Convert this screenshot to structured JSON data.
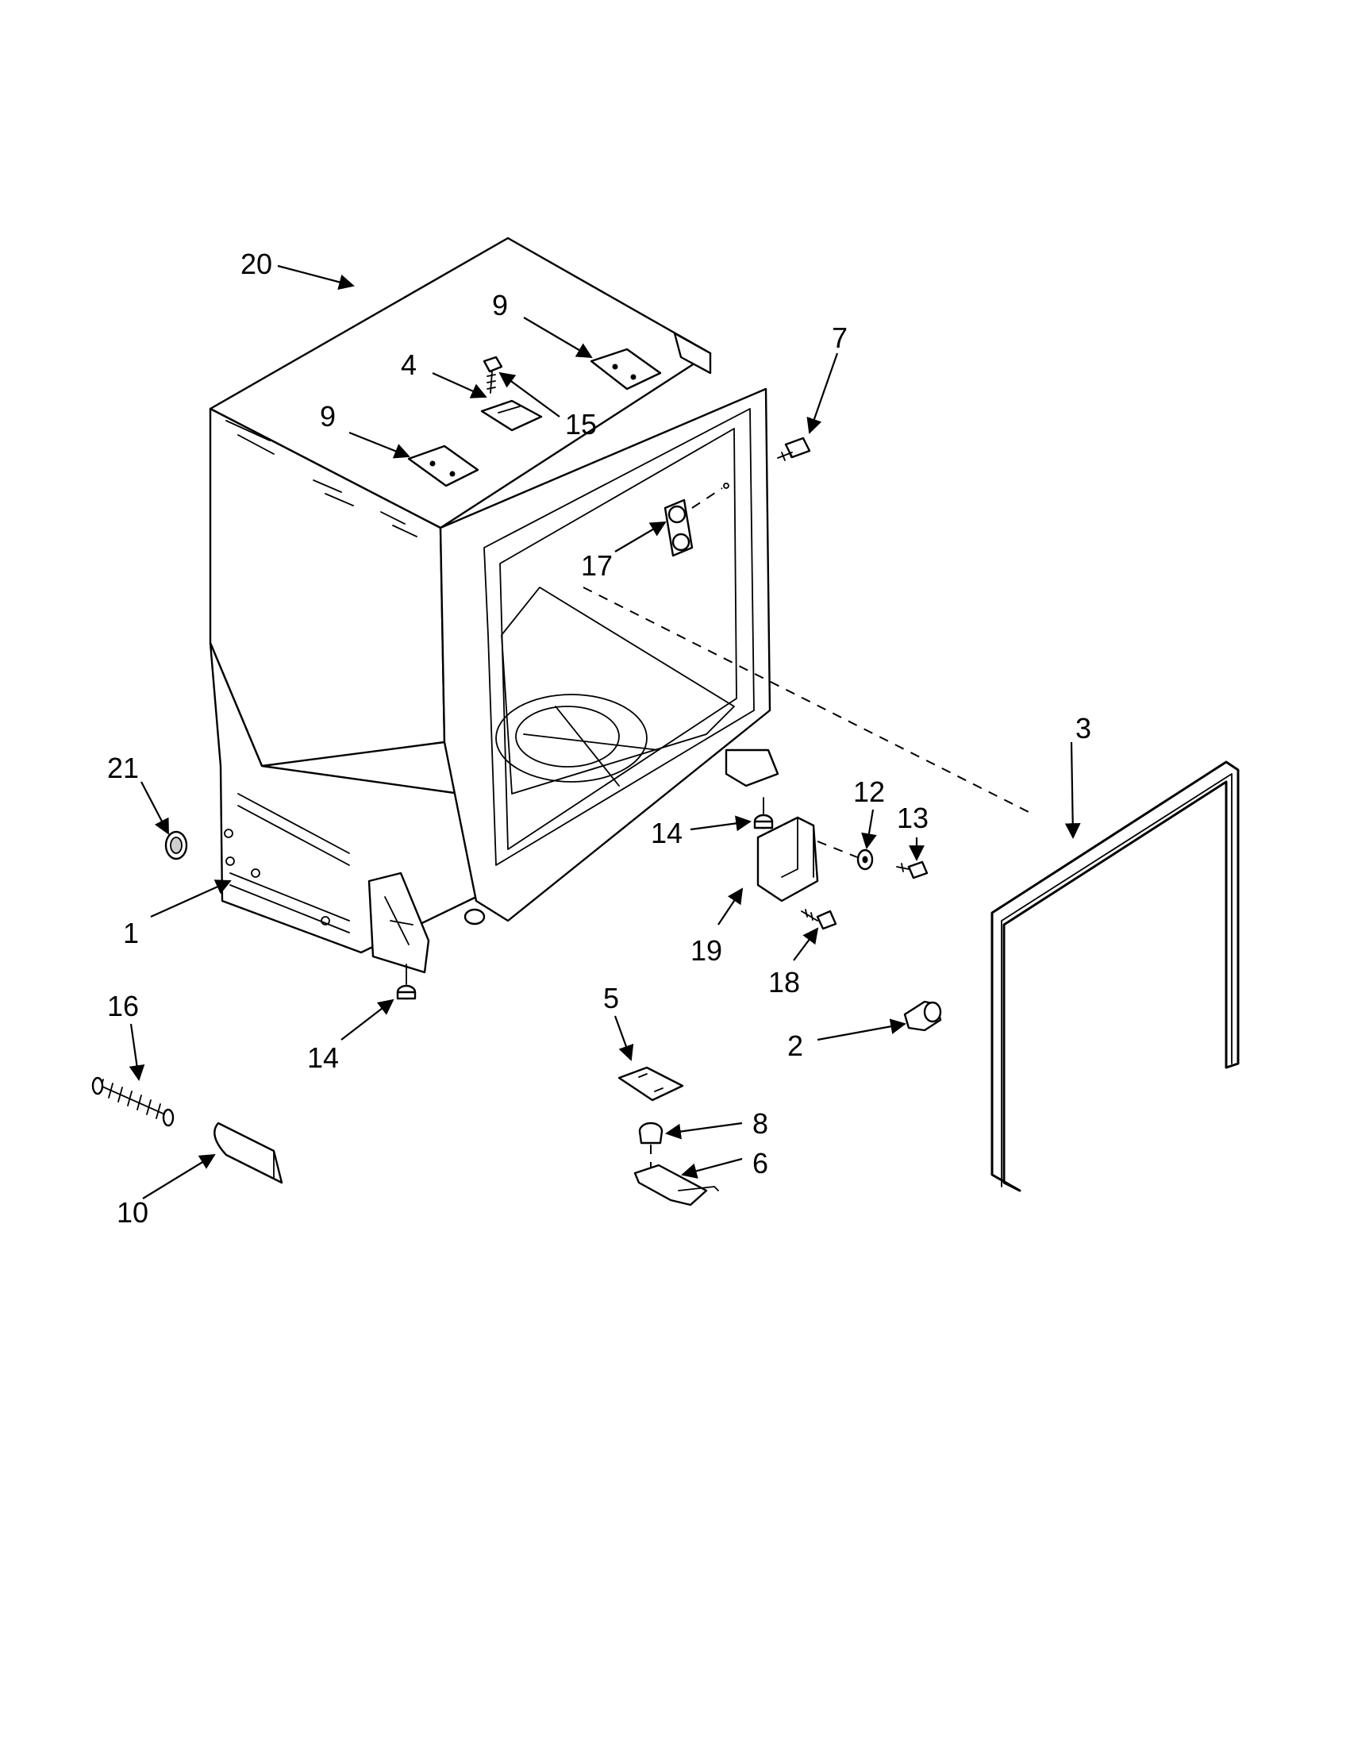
{
  "callouts": [
    {
      "id": "c20a",
      "label": "20"
    },
    {
      "id": "c9a",
      "label": "9"
    },
    {
      "id": "c7",
      "label": "7"
    },
    {
      "id": "c4",
      "label": "4"
    },
    {
      "id": "c15",
      "label": "15"
    },
    {
      "id": "c9b",
      "label": "9"
    },
    {
      "id": "c17",
      "label": "17"
    },
    {
      "id": "c3",
      "label": "3"
    },
    {
      "id": "c21",
      "label": "21"
    },
    {
      "id": "c12",
      "label": "12"
    },
    {
      "id": "c13",
      "label": "13"
    },
    {
      "id": "c14a",
      "label": "14"
    },
    {
      "id": "c1",
      "label": "1"
    },
    {
      "id": "c19",
      "label": "19"
    },
    {
      "id": "c18",
      "label": "18"
    },
    {
      "id": "c16",
      "label": "16"
    },
    {
      "id": "c5",
      "label": "5"
    },
    {
      "id": "c14b",
      "label": "14"
    },
    {
      "id": "c2",
      "label": "2"
    },
    {
      "id": "c8",
      "label": "8"
    },
    {
      "id": "c6",
      "label": "6"
    },
    {
      "id": "c10",
      "label": "10"
    }
  ]
}
